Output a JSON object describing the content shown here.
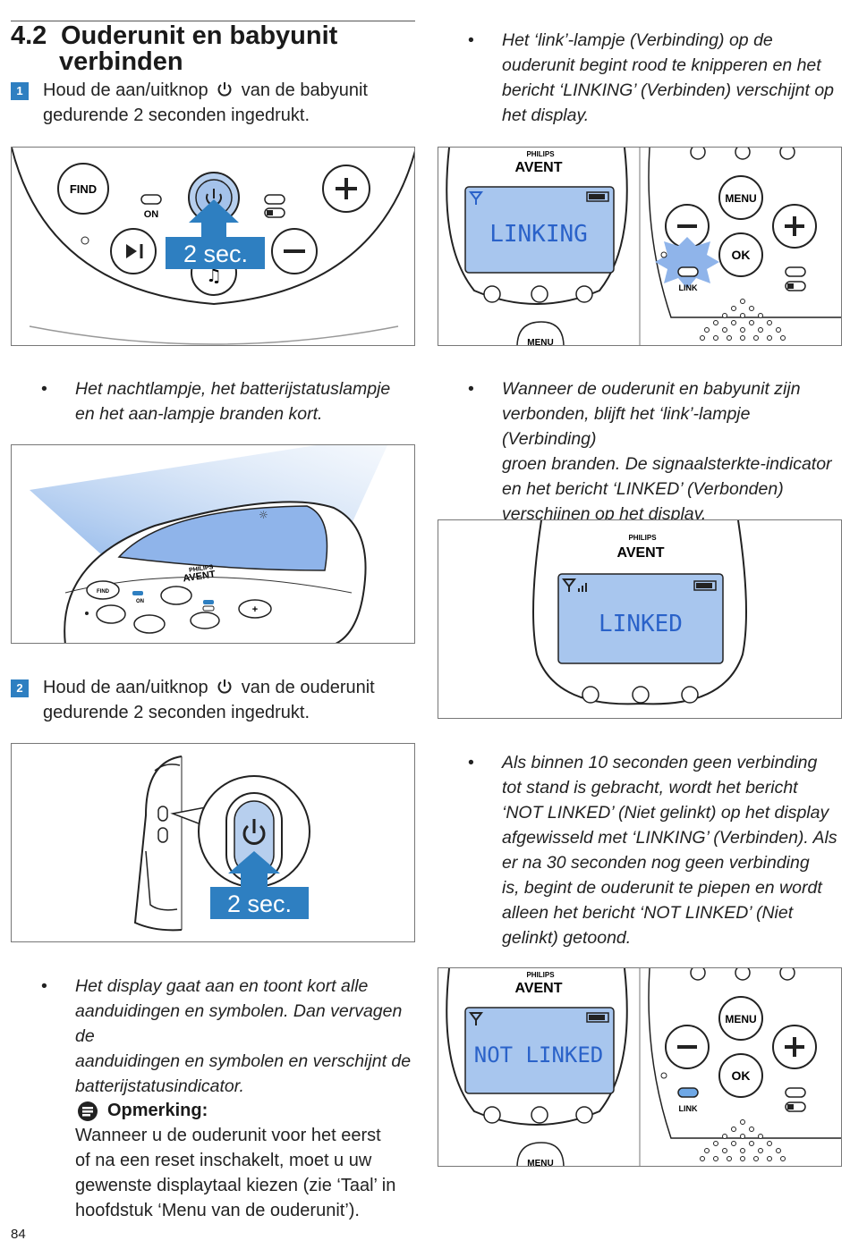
{
  "section": {
    "number": "4.2",
    "title_line1": "Ouderunit en babyunit",
    "title_line2": "verbinden"
  },
  "step1": {
    "badge": "1",
    "text_line1": "Houd de aan/uitknop",
    "text_after_icon": "van de babyunit",
    "text_line2": "gedurende 2 seconden ingedrukt."
  },
  "step2": {
    "badge": "2",
    "text_line1": "Houd de aan/uitknop",
    "text_after_icon": "van de ouderunit",
    "text_line2": "gedurende 2 seconden ingedrukt."
  },
  "bullets": {
    "b1": [
      "Het ‘link’-lampje (Verbinding) op de",
      "ouderunit begint rood te knipperen en het",
      "bericht ‘LINKING’ (Verbinden) verschijnt op",
      "het display."
    ],
    "b2": [
      "Het nachtlampje, het batterijstatuslampje",
      "en het aan-lampje branden kort."
    ],
    "b3": [
      "Wanneer de ouderunit en babyunit zijn",
      "verbonden, blijft het ‘link’-lampje (Verbinding)",
      "groen branden. De signaalsterkte-indicator",
      "en het bericht ‘LINKED’ (Verbonden)",
      "verschijnen op het display."
    ],
    "b4": [
      "Als binnen 10 seconden geen verbinding",
      "tot stand is gebracht, wordt het bericht",
      "‘NOT LINKED’ (Niet gelinkt) op het display",
      "afgewisseld met ‘LINKING’ (Verbinden). Als",
      "er na 30 seconden nog geen verbinding",
      "is, begint de ouderunit te piepen en wordt",
      "alleen het bericht ‘NOT LINKED’ (Niet",
      "gelinkt) getoond."
    ],
    "b5": [
      "Het display gaat aan en toont kort alle",
      "aanduidingen en symbolen. Dan vervagen de",
      "aanduidingen en symbolen en verschijnt de",
      "batterijstatusindicator."
    ]
  },
  "note": {
    "title": "Opmerking:",
    "lines": [
      "Wanneer u de ouderunit voor het eerst",
      "of na een reset inschakelt, moet u uw",
      "gewenste displaytaal kiezen (zie ‘Taal’ in",
      "hoofdstuk ‘Menu van de ouderunit’)."
    ]
  },
  "figures": {
    "baby_unit": {
      "find": "FIND",
      "on": "ON",
      "duration": "2 sec."
    },
    "baby_unit_light": {
      "brand_line1": "PHILIPS",
      "brand_line2": "AVENT",
      "find": "FIND",
      "on": "ON"
    },
    "parent_side": {
      "duration": "2 sec."
    },
    "linking": {
      "brand_line1": "PHILIPS",
      "brand_line2": "AVENT",
      "lcd": "LINKING",
      "menu": "MENU",
      "ok": "OK",
      "link": "LINK"
    },
    "linked": {
      "brand_line1": "PHILIPS",
      "brand_line2": "AVENT",
      "lcd": "LINKED"
    },
    "not_linked": {
      "brand_line1": "PHILIPS",
      "brand_line2": "AVENT",
      "lcd": "NOT LINKED",
      "menu": "MENU",
      "ok": "OK",
      "link": "LINK"
    }
  },
  "page_number": "84",
  "colors": {
    "accent": "#2e7fc1",
    "lcd_bg": "#a8c6ee",
    "lcd_text": "#2a62c9",
    "link_green": "#6fa8e6"
  }
}
